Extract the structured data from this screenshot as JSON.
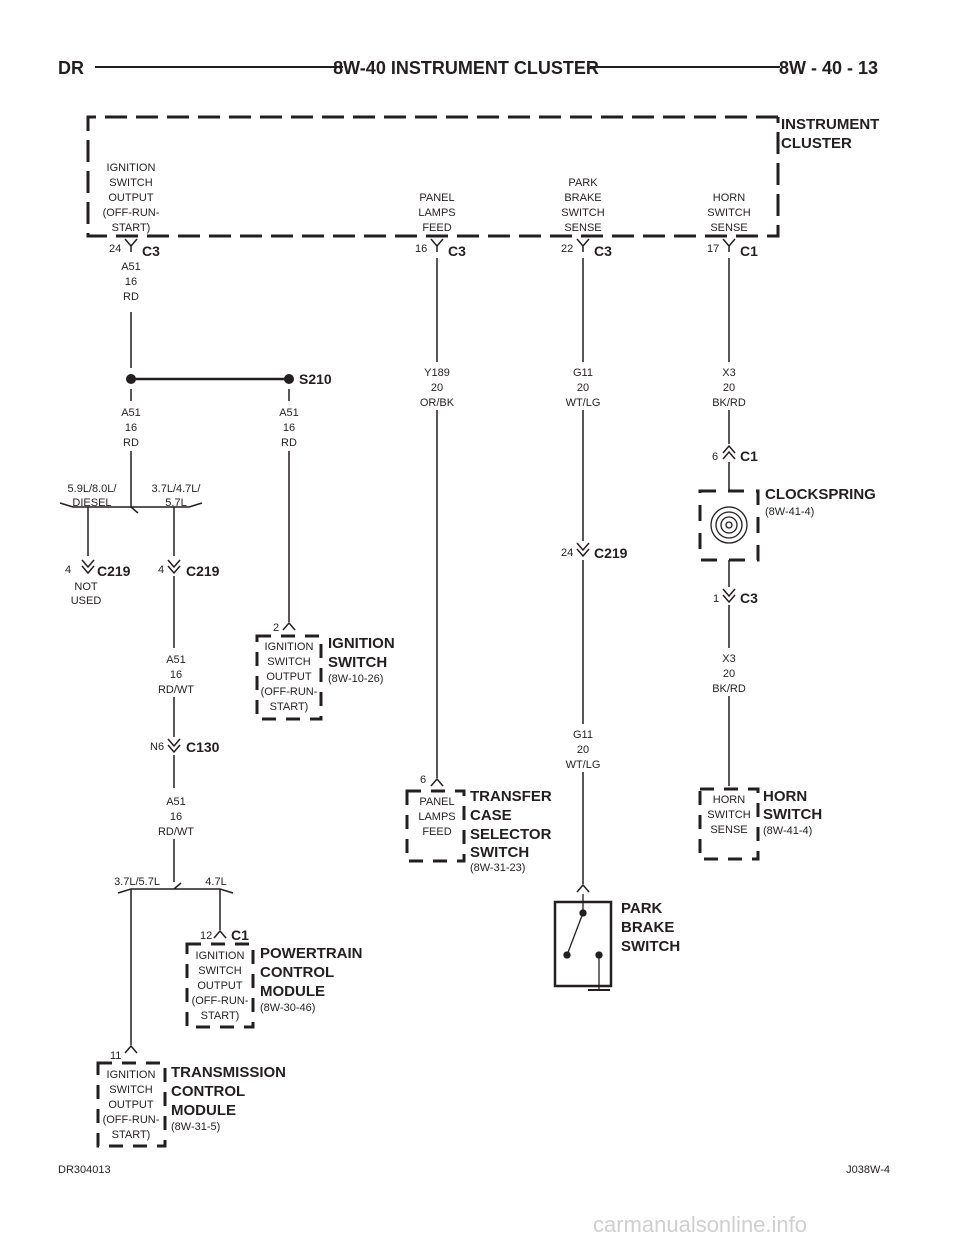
{
  "header": {
    "left": "DR",
    "title": "8W-40 INSTRUMENT CLUSTER",
    "right": "8W - 40 - 13"
  },
  "cluster": {
    "title_line1": "INSTRUMENT",
    "title_line2": "CLUSTER",
    "pin_ign": [
      "IGNITION",
      "SWITCH",
      "OUTPUT",
      "(OFF-RUN-",
      "START)"
    ],
    "pin_panel": [
      "PANEL",
      "LAMPS",
      "FEED"
    ],
    "pin_park": [
      "PARK",
      "BRAKE",
      "SWITCH",
      "SENSE"
    ],
    "pin_horn": [
      "HORN",
      "SWITCH",
      "SENSE"
    ]
  },
  "connectors": {
    "c3_24": {
      "pin": "24",
      "name": "C3"
    },
    "c3_16": {
      "pin": "16",
      "name": "C3"
    },
    "c3_22": {
      "pin": "22",
      "name": "C3"
    },
    "c1_17": {
      "pin": "17",
      "name": "C1"
    },
    "c1_6": {
      "pin": "6",
      "name": "C1"
    },
    "c3_1": {
      "pin": "1",
      "name": "C3"
    },
    "c219_24": {
      "pin": "24",
      "name": "C219"
    },
    "c219_4a": {
      "pin": "4",
      "name": "C219",
      "note": [
        "NOT",
        "USED"
      ]
    },
    "c219_4b": {
      "pin": "4",
      "name": "C219"
    },
    "c130": {
      "pin": "N6",
      "name": "C130"
    },
    "pcm_c1": {
      "pin": "12",
      "name": "C1"
    },
    "ign_pin": "2",
    "tcs_pin": "6",
    "tcm_pin": "11"
  },
  "wires": {
    "a51_top": [
      "A51",
      "16",
      "RD"
    ],
    "a51_left": [
      "A51",
      "16",
      "RD"
    ],
    "a51_right": [
      "A51",
      "16",
      "RD"
    ],
    "a51_rdwt1": [
      "A51",
      "16",
      "RD/WT"
    ],
    "a51_rdwt2": [
      "A51",
      "16",
      "RD/WT"
    ],
    "y189": [
      "Y189",
      "20",
      "OR/BK"
    ],
    "g11_top": [
      "G11",
      "20",
      "WT/LG"
    ],
    "g11_bot": [
      "G11",
      "20",
      "WT/LG"
    ],
    "x3_top": [
      "X3",
      "20",
      "BK/RD"
    ],
    "x3_bot": [
      "X3",
      "20",
      "BK/RD"
    ]
  },
  "splice": "S210",
  "options": {
    "opt_left": [
      "5.9L/8.0L/",
      "DIESEL"
    ],
    "opt_right": [
      "3.7L/4.7L/",
      "5.7L"
    ],
    "opt2_left": "3.7L/5.7L",
    "opt2_right": "4.7L"
  },
  "components": {
    "clockspring": {
      "title": "CLOCKSPRING",
      "ref": "(8W-41-4)"
    },
    "ignition_switch": {
      "title": [
        "IGNITION",
        "SWITCH"
      ],
      "ref": "(8W-10-26)",
      "pin": [
        "IGNITION",
        "SWITCH",
        "OUTPUT",
        "(OFF-RUN-",
        "START)"
      ]
    },
    "transfer_case": {
      "title": [
        "TRANSFER",
        "CASE",
        "SELECTOR",
        "SWITCH"
      ],
      "ref": "(8W-31-23)",
      "pin": [
        "PANEL",
        "LAMPS",
        "FEED"
      ]
    },
    "horn_switch": {
      "title": [
        "HORN",
        "SWITCH"
      ],
      "ref": "(8W-41-4)",
      "pin": [
        "HORN",
        "SWITCH",
        "SENSE"
      ]
    },
    "park_brake": {
      "title": [
        "PARK",
        "BRAKE",
        "SWITCH"
      ]
    },
    "pcm": {
      "title": [
        "POWERTRAIN",
        "CONTROL",
        "MODULE"
      ],
      "ref": "(8W-30-46)",
      "pin": [
        "IGNITION",
        "SWITCH",
        "OUTPUT",
        "(OFF-RUN-",
        "START)"
      ]
    },
    "tcm": {
      "title": [
        "TRANSMISSION",
        "CONTROL",
        "MODULE"
      ],
      "ref": "(8W-31-5)",
      "pin": [
        "IGNITION",
        "SWITCH",
        "OUTPUT",
        "(OFF-RUN-",
        "START)"
      ]
    }
  },
  "footer": {
    "left": "DR304013",
    "right": "J038W-4"
  },
  "watermark": "carmanualsonline.info"
}
